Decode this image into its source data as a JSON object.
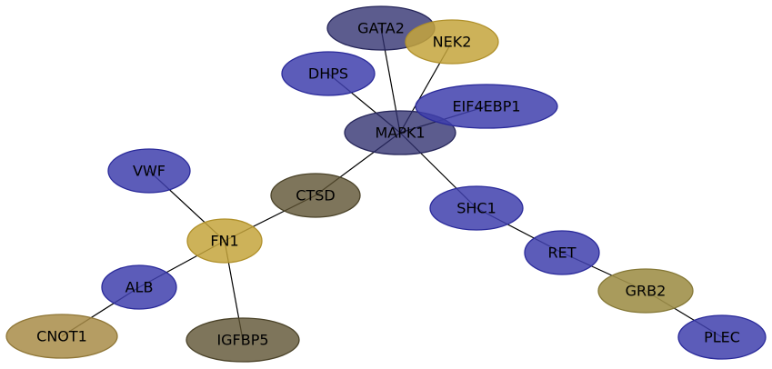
{
  "diagram": {
    "type": "protein-interaction-network",
    "palette": {
      "blue": {
        "fill": "#3f3fad",
        "stroke": "#2a2a9a",
        "opacity": 0.85
      },
      "slate": {
        "fill": "#2e2e6e",
        "stroke": "#26265a",
        "opacity": 0.78
      },
      "gold": {
        "fill": "#c4a43c",
        "stroke": "#b0902a",
        "opacity": 0.85
      },
      "tan": {
        "fill": "#a88c48",
        "stroke": "#8f7636",
        "opacity": 0.85
      },
      "khaki": {
        "fill": "#a0904a",
        "stroke": "#857836",
        "opacity": 0.9
      },
      "olive": {
        "fill": "#5e5232",
        "stroke": "#4a4228",
        "opacity": 0.8
      }
    },
    "nodes": [
      {
        "id": "GATA2",
        "label": "GATA2",
        "color": "slate"
      },
      {
        "id": "NEK2",
        "label": "NEK2",
        "color": "gold"
      },
      {
        "id": "DHPS",
        "label": "DHPS",
        "color": "blue"
      },
      {
        "id": "EIF4EBP1",
        "label": "EIF4EBP1",
        "color": "blue"
      },
      {
        "id": "MAPK1",
        "label": "MAPK1",
        "color": "slate"
      },
      {
        "id": "VWF",
        "label": "VWF",
        "color": "blue"
      },
      {
        "id": "CTSD",
        "label": "CTSD",
        "color": "olive"
      },
      {
        "id": "SHC1",
        "label": "SHC1",
        "color": "blue"
      },
      {
        "id": "FN1",
        "label": "FN1",
        "color": "gold"
      },
      {
        "id": "RET",
        "label": "RET",
        "color": "blue"
      },
      {
        "id": "GRB2",
        "label": "GRB2",
        "color": "khaki"
      },
      {
        "id": "ALB",
        "label": "ALB",
        "color": "blue"
      },
      {
        "id": "CNOT1",
        "label": "CNOT1",
        "color": "tan"
      },
      {
        "id": "IGFBP5",
        "label": "IGFBP5",
        "color": "olive"
      },
      {
        "id": "PLEC",
        "label": "PLEC",
        "color": "blue"
      }
    ],
    "edges": [
      [
        "MAPK1",
        "GATA2"
      ],
      [
        "MAPK1",
        "NEK2"
      ],
      [
        "MAPK1",
        "DHPS"
      ],
      [
        "MAPK1",
        "EIF4EBP1"
      ],
      [
        "MAPK1",
        "CTSD"
      ],
      [
        "MAPK1",
        "SHC1"
      ],
      [
        "CTSD",
        "FN1"
      ],
      [
        "FN1",
        "VWF"
      ],
      [
        "FN1",
        "ALB"
      ],
      [
        "FN1",
        "IGFBP5"
      ],
      [
        "ALB",
        "CNOT1"
      ],
      [
        "SHC1",
        "RET"
      ],
      [
        "RET",
        "GRB2"
      ],
      [
        "GRB2",
        "PLEC"
      ]
    ]
  }
}
